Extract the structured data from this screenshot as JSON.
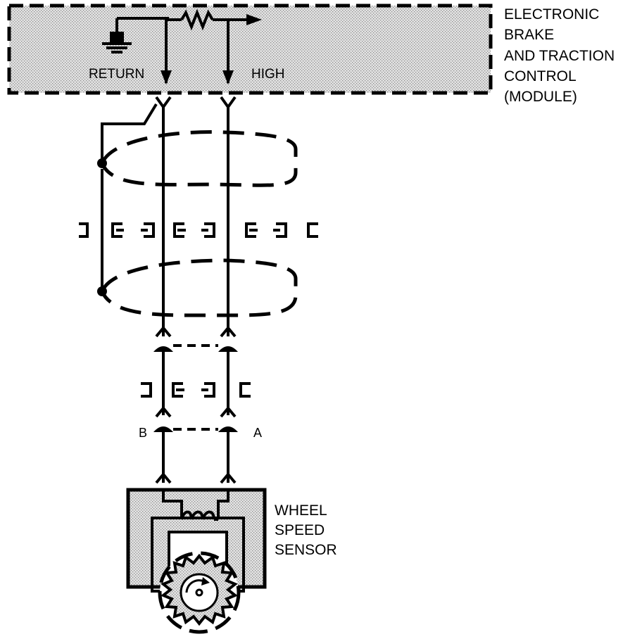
{
  "module": {
    "name_lines": [
      "ELECTRONIC",
      "BRAKE",
      "AND TRACTION",
      "CONTROL",
      "(MODULE)"
    ],
    "return_label": "RETURN",
    "high_label": "HIGH"
  },
  "connector": {
    "pin_b": "B",
    "pin_a": "A"
  },
  "sensor": {
    "name_lines": [
      "WHEEL",
      "SPEED",
      "SENSOR"
    ]
  },
  "colors": {
    "ink": "#000000",
    "shade": "#cfcfcf",
    "paper": "#ffffff"
  }
}
